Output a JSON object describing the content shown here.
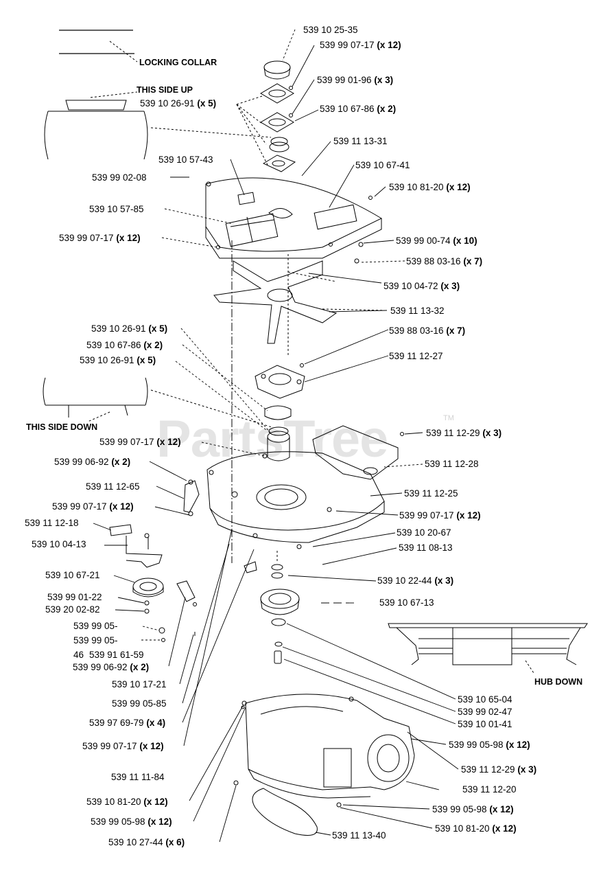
{
  "watermark": "PartsTree",
  "watermark_tm": "TM",
  "captions": {
    "locking_collar": "LOCKING COLLAR",
    "this_side_up": "THIS SIDE UP",
    "this_side_down": "THIS SIDE DOWN",
    "hub_down": "HUB DOWN"
  },
  "labels": [
    {
      "pn": "539 10 25-35",
      "qty": ""
    },
    {
      "pn": "539 99 07-17",
      "qty": "(x 12)"
    },
    {
      "pn": "539 99 01-96",
      "qty": "(x 3)"
    },
    {
      "pn": "539 10 26-91",
      "qty": "(x 5)"
    },
    {
      "pn": "539 10 67-86",
      "qty": "(x 2)"
    },
    {
      "pn": "539 11 13-31",
      "qty": ""
    },
    {
      "pn": "539 10 57-43",
      "qty": ""
    },
    {
      "pn": "539 10 67-41",
      "qty": ""
    },
    {
      "pn": "539 99 02-08",
      "qty": ""
    },
    {
      "pn": "539 10 81-20",
      "qty": "(x 12)"
    },
    {
      "pn": "539 10 57-85",
      "qty": ""
    },
    {
      "pn": "539 99 07-17",
      "qty": "(x 12)"
    },
    {
      "pn": "539 99 00-74",
      "qty": "(x 10)"
    },
    {
      "pn": "539 88 03-16",
      "qty": "(x 7)"
    },
    {
      "pn": "539 10 04-72",
      "qty": "(x 3)"
    },
    {
      "pn": "539 11 13-32",
      "qty": ""
    },
    {
      "pn": "539 10 26-91",
      "qty": "(x 5)"
    },
    {
      "pn": "539 88 03-16",
      "qty": "(x 7)"
    },
    {
      "pn": "539 10 67-86",
      "qty": "(x 2)"
    },
    {
      "pn": "539 11 12-27",
      "qty": ""
    },
    {
      "pn": "539 10 26-91",
      "qty": "(x 5)"
    },
    {
      "pn": "539 11 12-29",
      "qty": "(x 3)"
    },
    {
      "pn": "539 99 07-17",
      "qty": "(x 12)"
    },
    {
      "pn": "539 99 06-92",
      "qty": "(x 2)"
    },
    {
      "pn": "539 11 12-28",
      "qty": ""
    },
    {
      "pn": "539 11 12-65",
      "qty": ""
    },
    {
      "pn": "539 11 12-25",
      "qty": ""
    },
    {
      "pn": "539 99 07-17",
      "qty": "(x 12)"
    },
    {
      "pn": "539 99 07-17",
      "qty": "(x 12)"
    },
    {
      "pn": "539 11 12-18",
      "qty": ""
    },
    {
      "pn": "539 10 20-67",
      "qty": ""
    },
    {
      "pn": "539 10 04-13",
      "qty": ""
    },
    {
      "pn": "539 11 08-13",
      "qty": ""
    },
    {
      "pn": "539 10 67-21",
      "qty": ""
    },
    {
      "pn": "539 10 22-44",
      "qty": "(x 3)"
    },
    {
      "pn": "539 99 01-22",
      "qty": ""
    },
    {
      "pn": "539 10 67-13",
      "qty": ""
    },
    {
      "pn": "539 20 02-82",
      "qty": ""
    },
    {
      "pn": "539 99 05-",
      "qty": ""
    },
    {
      "pn": "539 99 05-",
      "qty": ""
    },
    {
      "pn": "46",
      "qty": ""
    },
    {
      "pn": "539 91 61-59",
      "qty": ""
    },
    {
      "pn": "539 99 06-92",
      "qty": "(x 2)"
    },
    {
      "pn": "539 10 17-21",
      "qty": ""
    },
    {
      "pn": "539 99 05-85",
      "qty": ""
    },
    {
      "pn": "539 10 65-04",
      "qty": ""
    },
    {
      "pn": "539 99 02-47",
      "qty": ""
    },
    {
      "pn": "539 10 01-41",
      "qty": ""
    },
    {
      "pn": "539 97 69-79",
      "qty": "(x 4)"
    },
    {
      "pn": "539 99 05-98",
      "qty": "(x 12)"
    },
    {
      "pn": "539 99 07-17",
      "qty": "(x 12)"
    },
    {
      "pn": "539 11 12-29",
      "qty": "(x 3)"
    },
    {
      "pn": "539 11 11-84",
      "qty": ""
    },
    {
      "pn": "539 11 12-20",
      "qty": ""
    },
    {
      "pn": "539 10 81-20",
      "qty": "(x 12)"
    },
    {
      "pn": "539 99 05-98",
      "qty": "(x 12)"
    },
    {
      "pn": "539 99 05-98",
      "qty": "(x 12)"
    },
    {
      "pn": "539 10 81-20",
      "qty": "(x 12)"
    },
    {
      "pn": "539 10 27-44",
      "qty": "(x 6)"
    },
    {
      "pn": "539 11 13-40",
      "qty": ""
    }
  ]
}
